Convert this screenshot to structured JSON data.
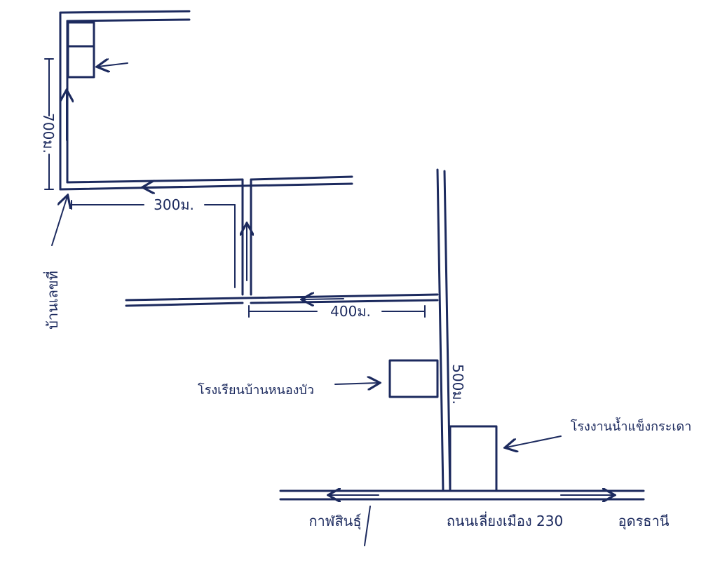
{
  "distances": {
    "north_leg": "700ม.",
    "middle_leg": "300ม.",
    "lower_leg": "400ม.",
    "main_leg": "500ม."
  },
  "places": {
    "destination": "บ้านเลขที่",
    "school": "โรงเรียนบ้านหนองบัว",
    "factory": "โรงงานน้ำแข็งกระเดา",
    "west_city": "กาฬสินธุ์",
    "highway": "ถนนเลี่ยงเมือง 230",
    "east_city": "อุดรธานี"
  },
  "colors": {
    "ink": "#1c2a5e",
    "paper": "#ffffff"
  }
}
